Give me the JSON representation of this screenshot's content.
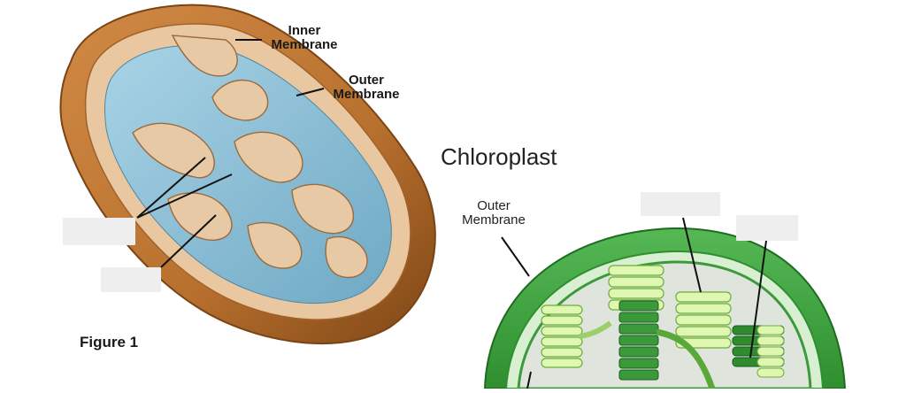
{
  "labels": {
    "inner_membrane": "Inner\nMembrane",
    "outer_membrane_mito": "Outer\nMembrane",
    "figure": "Figure 1",
    "chloroplast_title": "Chloroplast",
    "outer_membrane_chloro": "Outer\nMembrane"
  },
  "blank_labels": [
    "",
    "",
    "",
    ""
  ],
  "colors": {
    "mito_shell": "#b8702e",
    "mito_shell_dark": "#8a4e1c",
    "mito_inner_fold": "#e8c9a6",
    "mito_matrix": "#8fbfd6",
    "chloro_outer": "#3fa83f",
    "chloro_inner_band": "#7cc97c",
    "chloro_stroma": "#dde6dc",
    "thylakoid_light": "#d9f5a8",
    "thylakoid_dark": "#2e8b2e",
    "leader_line": "#111111"
  }
}
